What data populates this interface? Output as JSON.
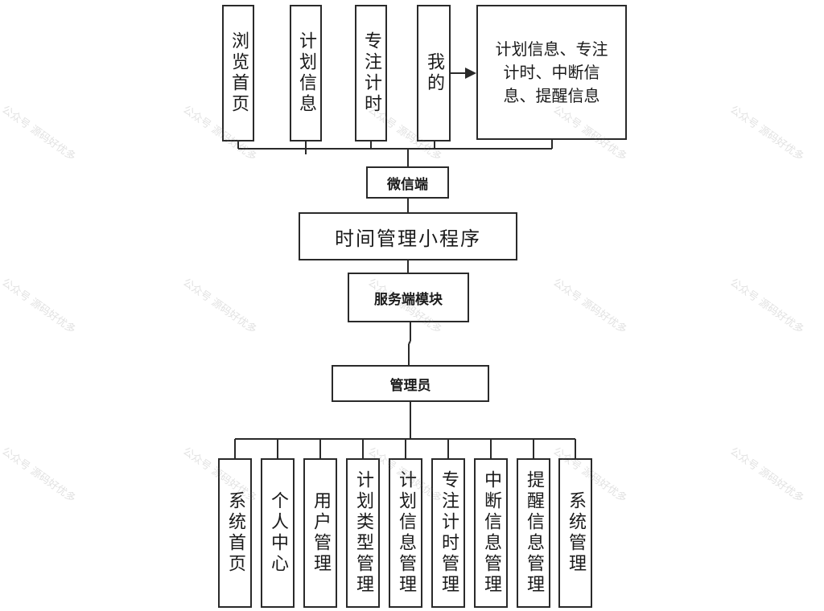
{
  "diagram": {
    "top_features": [
      "浏览首页",
      "计划信息",
      "专注计时",
      "我的"
    ],
    "my_info": "计划信息、专注计时、中断信息、提醒信息",
    "wechat": "微信端",
    "app": "时间管理小程序",
    "server": "服务端模块",
    "admin": "管理员",
    "admin_features": [
      "系统首页",
      "个人中心",
      "用户管理",
      "计划类型管理",
      "计划信息管理",
      "专注计时管理",
      "中断信息管理",
      "提醒信息管理",
      "系统管理"
    ]
  },
  "watermark": "公众号 源码好优多",
  "colors": {
    "line": "#2a2a2a",
    "border": "#2a2a2a"
  }
}
